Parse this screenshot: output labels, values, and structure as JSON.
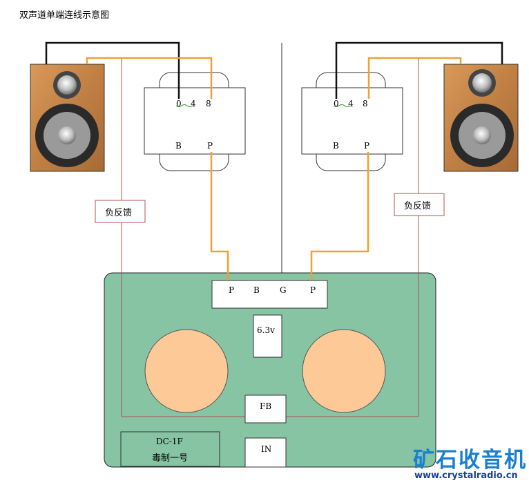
{
  "title": "双声道单端连线示意图",
  "transformers": {
    "left": {
      "tap_0": "0",
      "tap_4": "4",
      "tap_8": "8",
      "pin_b": "B",
      "pin_p": "P"
    },
    "right": {
      "tap_0": "0",
      "tap_4": "4",
      "tap_8": "8",
      "pin_b": "B",
      "pin_p": "P"
    }
  },
  "feedback_label_left": "负反馈",
  "feedback_label_right": "负反馈",
  "board": {
    "connector": [
      "P",
      "B",
      "G",
      "P"
    ],
    "heater": "6.3v",
    "fb": "FB",
    "in": "IN",
    "model_line1": "DC-1F",
    "model_line2": "毒制一号"
  },
  "watermark": {
    "name": "矿石收音机",
    "url": "www.crystalradio.cn"
  },
  "colors": {
    "board": "#86c4a3",
    "tube": "#fcc997",
    "wire_orange": "#f0a030",
    "wire_red": "#b05050",
    "wire_black": "#111111",
    "wood": "#c98a4b"
  },
  "icons": [
    "speaker-left-icon",
    "speaker-right-icon"
  ]
}
